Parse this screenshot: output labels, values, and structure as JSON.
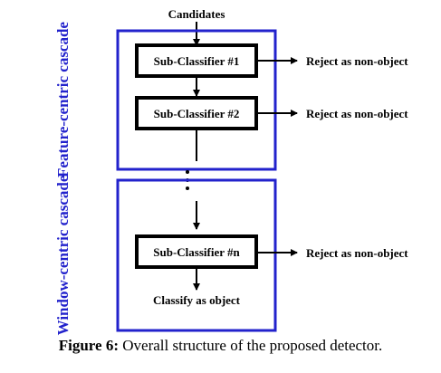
{
  "diagram": {
    "input_label": "Candidates",
    "groups": {
      "feature": {
        "label": "Feature-centric cascade",
        "color": "#2222cc"
      },
      "window": {
        "label": "Window-centric cascade",
        "color": "#2222cc"
      }
    },
    "classifiers": [
      {
        "label": "Sub-Classifier #1",
        "reject_label": "Reject as non-object"
      },
      {
        "label": "Sub-Classifier #2",
        "reject_label": "Reject as non-object"
      },
      {
        "label": "Sub-Classifier #n",
        "reject_label": "Reject as non-object"
      }
    ],
    "output_label": "Classify as object",
    "line_color": "#000000"
  },
  "caption": {
    "figure_label": "Figure 6:",
    "text": "Overall structure of the proposed detector."
  }
}
